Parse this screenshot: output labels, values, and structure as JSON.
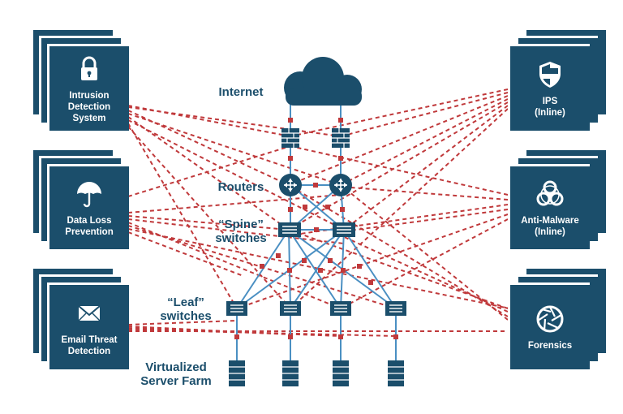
{
  "colors": {
    "navy": "#1b4e6b",
    "link_blue": "#4a8fc2",
    "tap_red": "#c0393b",
    "background": "#ffffff"
  },
  "labels": {
    "internet": "Internet",
    "routers": "Routers",
    "spine": "“Spine”\nswitches",
    "leaf": "“Leaf”\nswitches",
    "server_farm": "Virtualized\nServer Farm"
  },
  "tools": {
    "ids": {
      "label": "Intrusion\nDetection\nSystem",
      "icon": "lock-icon"
    },
    "dlp": {
      "label": "Data Loss\nPrevention",
      "icon": "umbrella-icon"
    },
    "email": {
      "label": "Email Threat\nDetection",
      "icon": "envelope-icon"
    },
    "ips": {
      "label": "IPS\n(Inline)",
      "icon": "shield-icon"
    },
    "antimalware": {
      "label": "Anti-Malware\n(Inline)",
      "icon": "biohazard-icon"
    },
    "forensics": {
      "label": "Forensics",
      "icon": "aperture-icon"
    }
  }
}
